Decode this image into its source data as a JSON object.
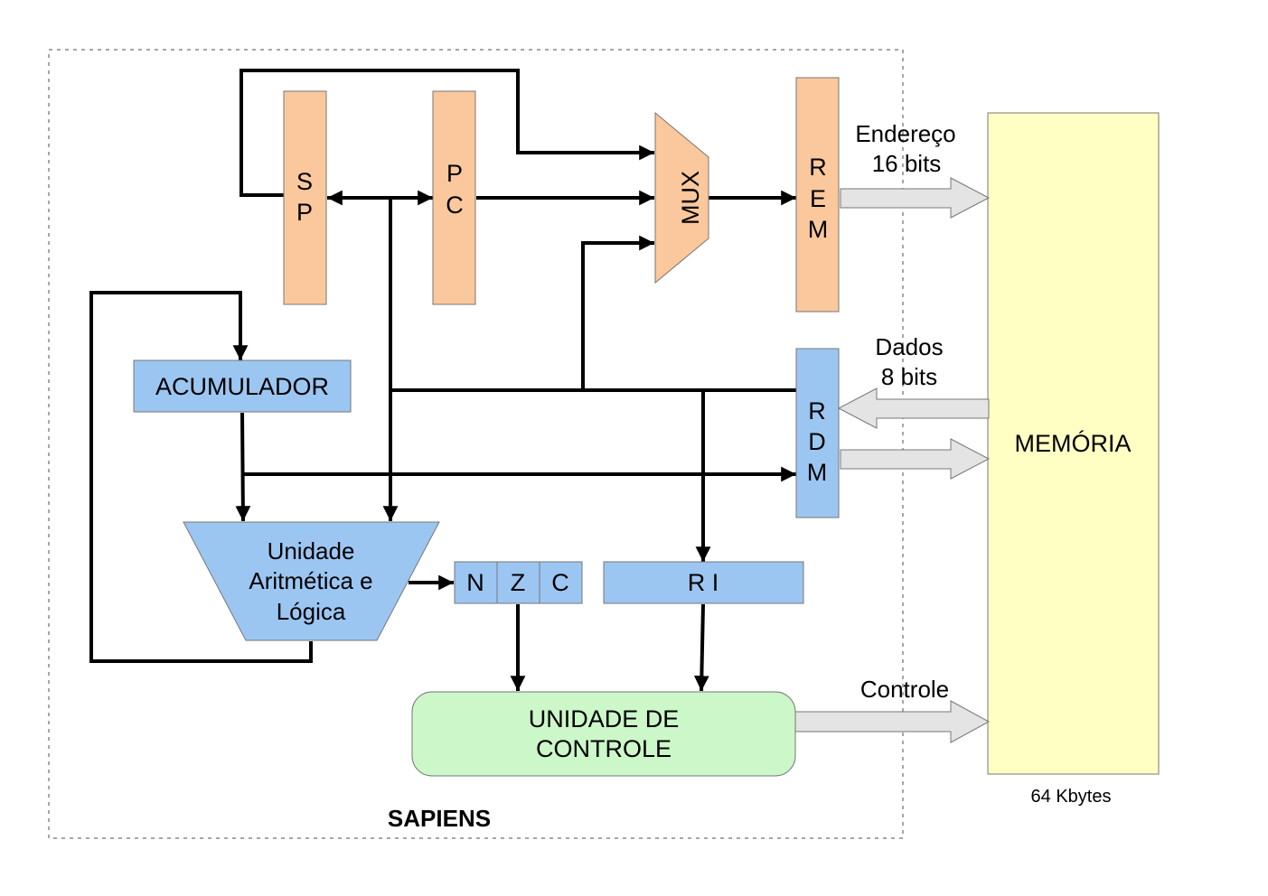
{
  "frame": {
    "title": "SAPIENS"
  },
  "registers": {
    "sp": {
      "letters": [
        "S",
        "P"
      ]
    },
    "pc": {
      "letters": [
        "P",
        "C"
      ]
    },
    "rem": {
      "letters": [
        "R",
        "E",
        "M"
      ]
    },
    "rdm": {
      "letters": [
        "R",
        "D",
        "M"
      ]
    },
    "mux": {
      "label": "MUX"
    },
    "acc": {
      "label": "ACUMULADOR"
    },
    "ri": {
      "label": "R I"
    },
    "flags": {
      "n": "N",
      "z": "Z",
      "c": "C"
    }
  },
  "alu": {
    "lines": [
      "Unidade",
      "Aritmética e",
      "Lógica"
    ]
  },
  "control": {
    "lines": [
      "UNIDADE DE",
      "CONTROLE"
    ]
  },
  "memory": {
    "label": "MEMÓRIA",
    "size": "64 Kbytes"
  },
  "buses": {
    "address": {
      "lines": [
        "Endereço",
        "16 bits"
      ]
    },
    "data": {
      "lines": [
        "Dados",
        "8 bits"
      ]
    },
    "control": {
      "label": "Controle"
    }
  },
  "colors": {
    "orange": "#fac89c",
    "blue": "#9cc6f2",
    "green": "#ccf7c8",
    "yellow": "#ffffc4",
    "bus": "#e4e4e4"
  }
}
